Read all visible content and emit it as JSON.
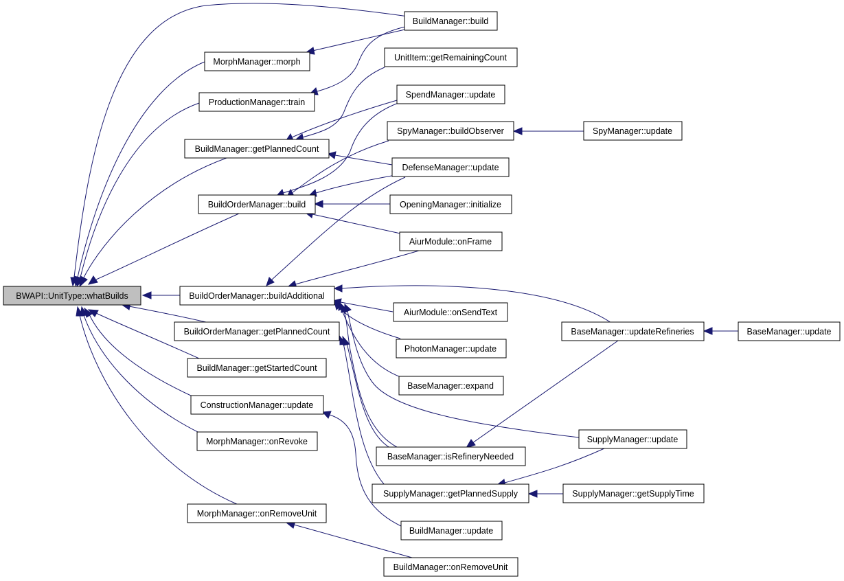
{
  "diagram": {
    "colors": {
      "edge": "#191970",
      "root_fill": "#bfbfbf",
      "node_fill": "#ffffff",
      "border": "#000000"
    },
    "nodes": [
      {
        "id": "n0",
        "label": "BWAPI::UnitType::whatBuilds"
      },
      {
        "id": "n1",
        "label": "BuildManager::build"
      },
      {
        "id": "n2",
        "label": "MorphManager::morph"
      },
      {
        "id": "n3",
        "label": "ProductionManager::train"
      },
      {
        "id": "n4",
        "label": "UnitItem::getRemainingCount"
      },
      {
        "id": "n5",
        "label": "SpendManager::update"
      },
      {
        "id": "n6",
        "label": "BuildManager::getPlannedCount"
      },
      {
        "id": "n7",
        "label": "SpyManager::buildObserver"
      },
      {
        "id": "n8",
        "label": "SpyManager::update"
      },
      {
        "id": "n9",
        "label": "DefenseManager::update"
      },
      {
        "id": "n10",
        "label": "BuildOrderManager::build"
      },
      {
        "id": "n11",
        "label": "OpeningManager::initialize"
      },
      {
        "id": "n12",
        "label": "AiurModule::onFrame"
      },
      {
        "id": "n13",
        "label": "BuildOrderManager::buildAdditional"
      },
      {
        "id": "n14",
        "label": "AiurModule::onSendText"
      },
      {
        "id": "n15",
        "label": "BuildOrderManager::getPlannedCount"
      },
      {
        "id": "n16",
        "label": "BaseManager::updateRefineries"
      },
      {
        "id": "n17",
        "label": "BaseManager::update"
      },
      {
        "id": "n18",
        "label": "PhotonManager::update"
      },
      {
        "id": "n19",
        "label": "BuildManager::getStartedCount"
      },
      {
        "id": "n20",
        "label": "BaseManager::expand"
      },
      {
        "id": "n21",
        "label": "ConstructionManager::update"
      },
      {
        "id": "n22",
        "label": "SupplyManager::update"
      },
      {
        "id": "n23",
        "label": "MorphManager::onRevoke"
      },
      {
        "id": "n24",
        "label": "BaseManager::isRefineryNeeded"
      },
      {
        "id": "n25",
        "label": "SupplyManager::getPlannedSupply"
      },
      {
        "id": "n26",
        "label": "SupplyManager::getSupplyTime"
      },
      {
        "id": "n27",
        "label": "MorphManager::onRemoveUnit"
      },
      {
        "id": "n28",
        "label": "BuildManager::update"
      },
      {
        "id": "n29",
        "label": "BuildManager::onRemoveUnit"
      }
    ]
  }
}
